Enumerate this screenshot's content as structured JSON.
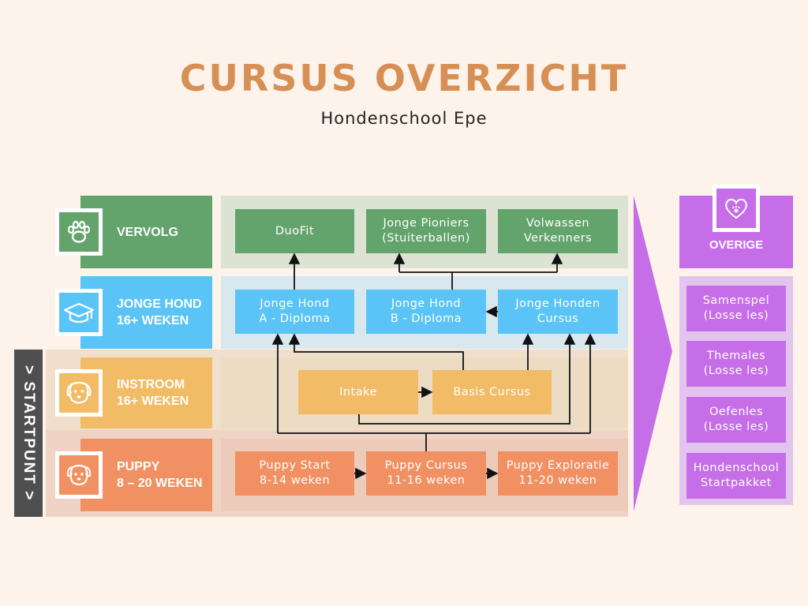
{
  "header": {
    "title": "CURSUS OVERZICHT",
    "subtitle": "Hondenschool Epe"
  },
  "colors": {
    "background": "#fdf3ea",
    "title": "#d68f55",
    "vervolg": "#63a36c",
    "jonge_hond": "#5bc4f7",
    "instroom": "#f2bb66",
    "puppy": "#f19063",
    "overige": "#c56ee8",
    "startpunt": "#4f4f4f"
  },
  "start_label": "> STARTPUNT >",
  "rows": [
    {
      "id": "vervolg",
      "label": "VERVOLG",
      "icon": "paw-icon",
      "boxes": [
        "DuoFit",
        "Jonge Pioniers\n(Stuiterballen)",
        "Volwassen\nVerkenners"
      ]
    },
    {
      "id": "jonge-hond",
      "label": "JONGE HOND\n16+ WEKEN",
      "icon": "graduation-cap-icon",
      "boxes": [
        "Jonge Hond\nA - Diploma",
        "Jonge Hond\nB - Diploma",
        "Jonge Honden\nCursus"
      ]
    },
    {
      "id": "instroom",
      "label": "INSTROOM\n16+ WEKEN",
      "icon": "dog-face-icon",
      "boxes": [
        "Intake",
        "Basis Cursus"
      ]
    },
    {
      "id": "puppy",
      "label": "PUPPY\n8 – 20 WEKEN",
      "icon": "puppy-face-icon",
      "boxes": [
        "Puppy Start\n8-14 weken",
        "Puppy Cursus\n11-16 weken",
        "Puppy Exploratie\n11-20 weken"
      ]
    }
  ],
  "overige": {
    "label": "OVERIGE",
    "icon": "heart-paw-icon",
    "items": [
      "Samenspel\n(Losse les)",
      "Themales\n(Losse les)",
      "Oefenles\n(Losse les)",
      "Hondenschool\nStartpakket"
    ]
  }
}
